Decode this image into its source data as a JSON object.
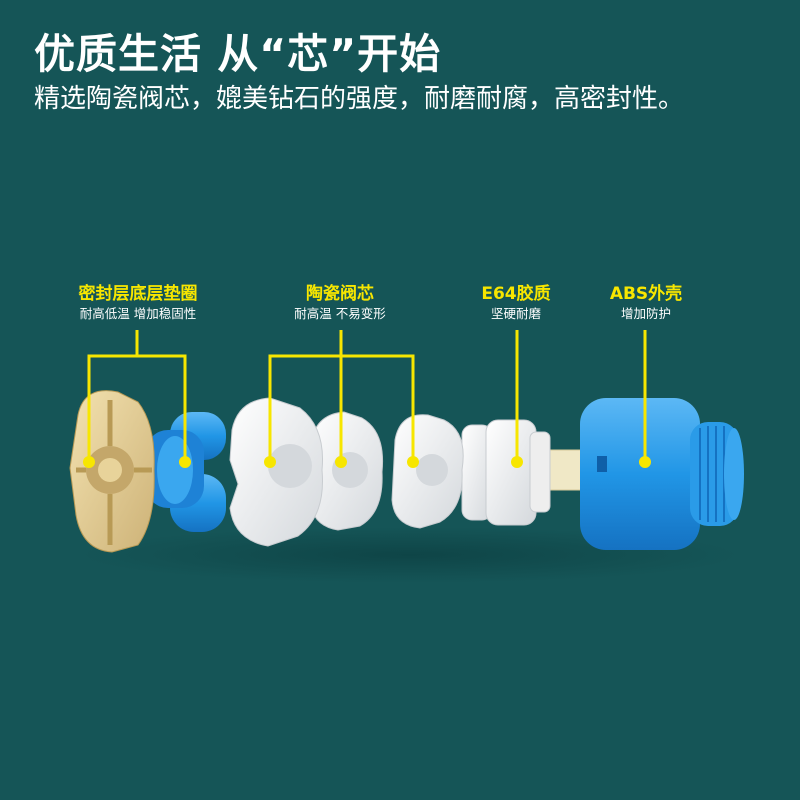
{
  "header": {
    "title": "优质生活 从“芯”开始",
    "subtitle": "精选陶瓷阀芯，媲美钻石的强度，耐磨耐腐，高密封性。"
  },
  "callouts": [
    {
      "title": "密封层底层垫圈",
      "desc": "耐高低温 增加稳固性"
    },
    {
      "title": "陶瓷阀芯",
      "desc": "耐高温 不易变形"
    },
    {
      "title": "E64胶质",
      "desc": "坚硬耐磨"
    },
    {
      "title": "ABS外壳",
      "desc": "增加防护"
    }
  ],
  "colors": {
    "background": "#155557",
    "accent": "#f7e600",
    "shell_blue": "#2196e6",
    "gasket_beige": "#e8d39a",
    "ceramic_white": "#f2f2f2"
  }
}
